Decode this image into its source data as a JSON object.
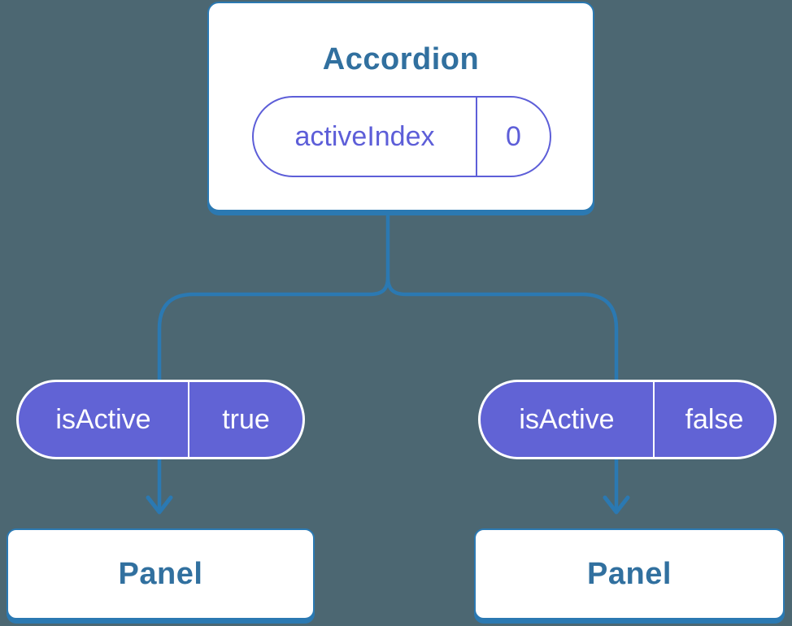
{
  "canvas": {
    "background": "#4C6772"
  },
  "colors": {
    "connector_blue": "#2B79B2",
    "node_text_blue": "#31709F",
    "prop_purple": "#5D5ED8",
    "state_pill_fill": "#6163D5",
    "state_pill_text": "#FFFFFF",
    "card_background": "#FFFFFF"
  },
  "tree": {
    "root": {
      "title": "Accordion",
      "prop": {
        "name": "activeIndex",
        "value": "0"
      }
    },
    "children": [
      {
        "state": {
          "name": "isActive",
          "value": "true"
        },
        "panel_label": "Panel"
      },
      {
        "state": {
          "name": "isActive",
          "value": "false"
        },
        "panel_label": "Panel"
      }
    ]
  }
}
